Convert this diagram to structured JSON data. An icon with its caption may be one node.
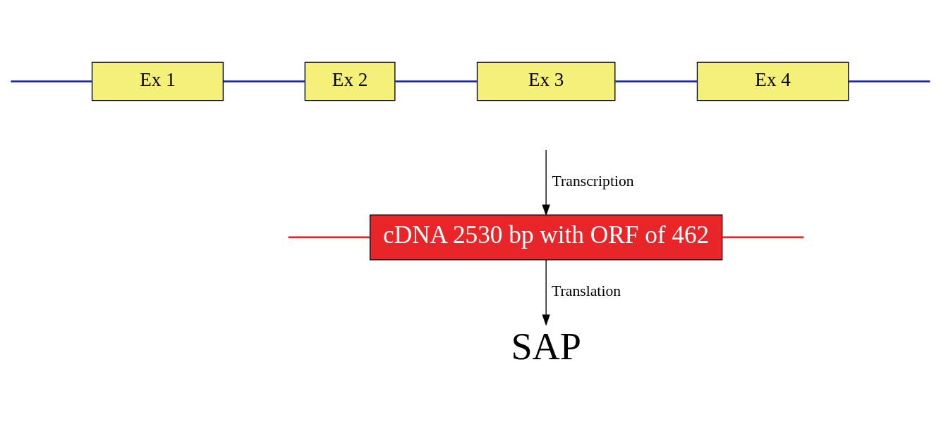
{
  "diagram": {
    "nodes": [
      {
        "text": [
          "Ex 1"
        ]
      },
      {
        "text": [
          "Ex 2"
        ]
      },
      {
        "text": [
          "Ex 3"
        ]
      },
      {
        "text": [
          "Ex 4"
        ]
      },
      {
        "text": [
          "cDNA 2530 bp with ORF of 462"
        ]
      },
      {
        "text": [
          "SAP"
        ]
      }
    ],
    "edges": [
      {
        "from": null,
        "to": 0,
        "arrow": "none",
        "color": "#1f2a9e"
      },
      {
        "from": 0,
        "to": 1,
        "arrow": "none",
        "color": "#1f2a9e"
      },
      {
        "from": 1,
        "to": 2,
        "arrow": "none",
        "color": "#1f2a9e"
      },
      {
        "from": 2,
        "to": 3,
        "arrow": "none",
        "color": "#1f2a9e"
      },
      {
        "from": 3,
        "to": null,
        "arrow": "none",
        "color": "#1f2a9e"
      },
      {
        "from": null,
        "to": 4,
        "arrow": "none",
        "color": "#e8262a"
      },
      {
        "from": 4,
        "to": null,
        "arrow": "none",
        "color": "#e8262a"
      },
      {
        "from": null,
        "to": 4,
        "label": "Transcription",
        "arrow": "to",
        "color": "#000000"
      },
      {
        "from": 4,
        "to": 5,
        "label": "Translation",
        "arrow": "to",
        "color": "#000000"
      }
    ]
  }
}
